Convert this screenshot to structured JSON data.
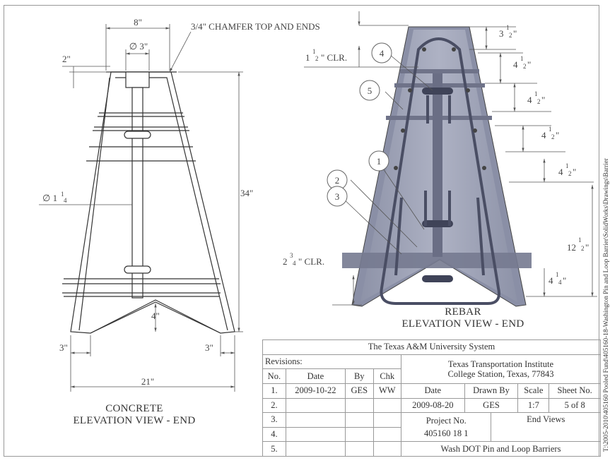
{
  "concrete_view": {
    "title_line1": "CONCRETE",
    "title_line2": "ELEVATION VIEW - END",
    "dim_top_width": "8\"",
    "dim_hole_dia": "∅ 3\"",
    "chamfer_note": "3/4\" CHAMFER TOP AND ENDS",
    "dim_top_offset": "2\"",
    "dim_pin_dia_main": "∅ 1",
    "dim_pin_dia_frac_num": "1",
    "dim_pin_dia_frac_den": "4",
    "dim_height": "34\"",
    "dim_notch_height": "4\"",
    "dim_left_foot": "3\"",
    "dim_right_foot": "3\"",
    "dim_base_width": "21\""
  },
  "rebar_view": {
    "title_line1": "REBAR",
    "title_line2": "ELEVATION VIEW - END",
    "clr_top_main": "1",
    "clr_top_num": "1",
    "clr_top_den": "2",
    "clr_top_unit": "\" CLR.",
    "clr_bottom_main": "2",
    "clr_bottom_num": "3",
    "clr_bottom_den": "4",
    "clr_bottom_unit": "\" CLR.",
    "spacing": [
      {
        "main": "3",
        "num": "1",
        "den": "2",
        "unit": "\""
      },
      {
        "main": "4",
        "num": "1",
        "den": "2",
        "unit": "\""
      },
      {
        "main": "4",
        "num": "1",
        "den": "2",
        "unit": "\""
      },
      {
        "main": "4",
        "num": "1",
        "den": "2",
        "unit": "\""
      },
      {
        "main": "4",
        "num": "1",
        "den": "2",
        "unit": "\""
      },
      {
        "main": "12",
        "num": "1",
        "den": "2",
        "unit": "\""
      },
      {
        "main": "4",
        "num": "1",
        "den": "4",
        "unit": "\""
      }
    ],
    "callouts": [
      "4",
      "5",
      "1",
      "2",
      "3"
    ]
  },
  "title_block": {
    "organization": "The Texas A&M University System",
    "revisions_label": "Revisions:",
    "institute": "Texas Transportation Institute",
    "address": "College Station, Texas, 77843",
    "rev_headers": [
      "No.",
      "Date",
      "By",
      "Chk"
    ],
    "revisions": [
      {
        "no": "1.",
        "date": "2009-10-22",
        "by": "GES",
        "chk": "WW"
      },
      {
        "no": "2.",
        "date": "",
        "by": "",
        "chk": ""
      },
      {
        "no": "3.",
        "date": "",
        "by": "",
        "chk": ""
      },
      {
        "no": "4.",
        "date": "",
        "by": "",
        "chk": ""
      },
      {
        "no": "5.",
        "date": "",
        "by": "",
        "chk": ""
      }
    ],
    "info_headers": [
      "Date",
      "Drawn By",
      "Scale",
      "Sheet No."
    ],
    "date": "2009-08-20",
    "drawn_by": "GES",
    "scale": "1:7",
    "sheet_no": "5 of 8",
    "project_label": "Project No.",
    "project_no": "405160 18 1",
    "sheet_title": "End Views",
    "project_title": "Wash DOT Pin and Loop Barriers"
  },
  "file_path": "T:\\2005-2010\\405160 Pooled Fund\\405160-18-Washington Pin and Loop Barrier\\SolidWorks\\Drawings\\Barrier"
}
